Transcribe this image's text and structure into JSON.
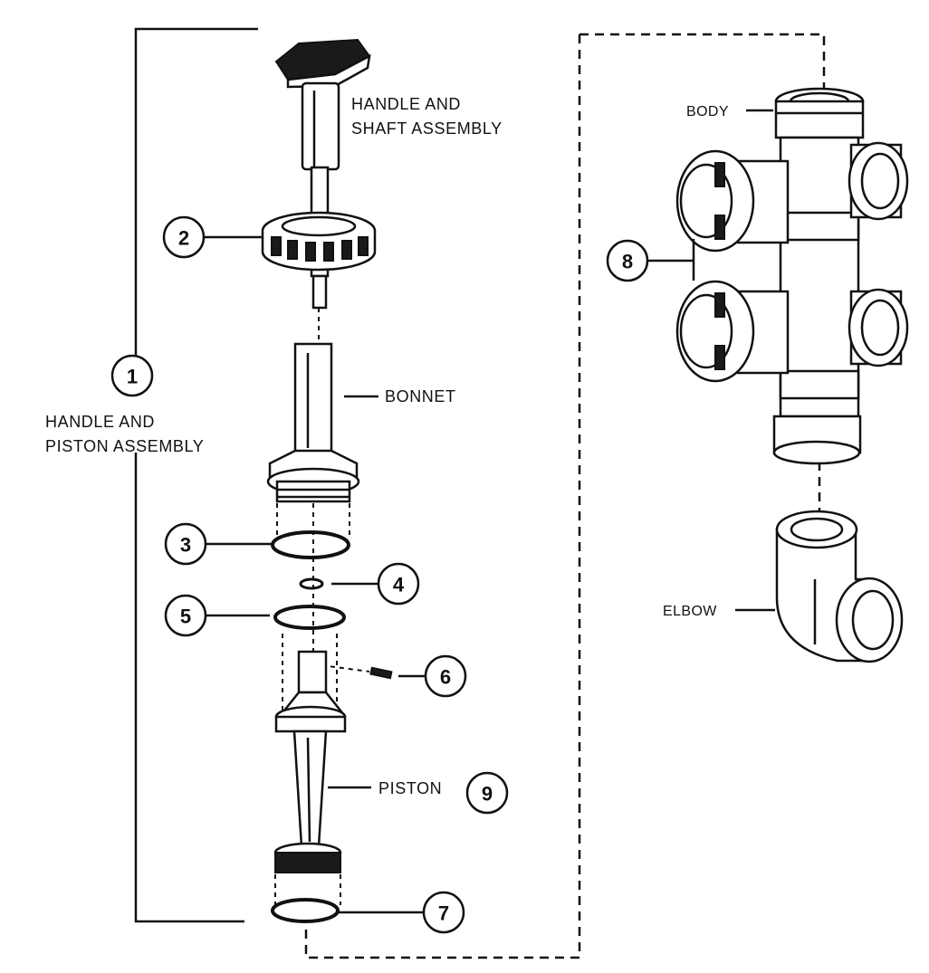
{
  "labels": {
    "handle_shaft_line1": "HANDLE AND",
    "handle_shaft_line2": "SHAFT ASSEMBLY",
    "bonnet": "BONNET",
    "handle_piston_line1": "HANDLE AND",
    "handle_piston_line2": "PISTON ASSEMBLY",
    "piston": "PISTON",
    "body": "BODY",
    "elbow": "ELBOW"
  },
  "callouts": [
    "1",
    "2",
    "3",
    "4",
    "5",
    "6",
    "7",
    "8",
    "9"
  ],
  "colors": {
    "ink": "#111111",
    "paper": "#ffffff"
  }
}
